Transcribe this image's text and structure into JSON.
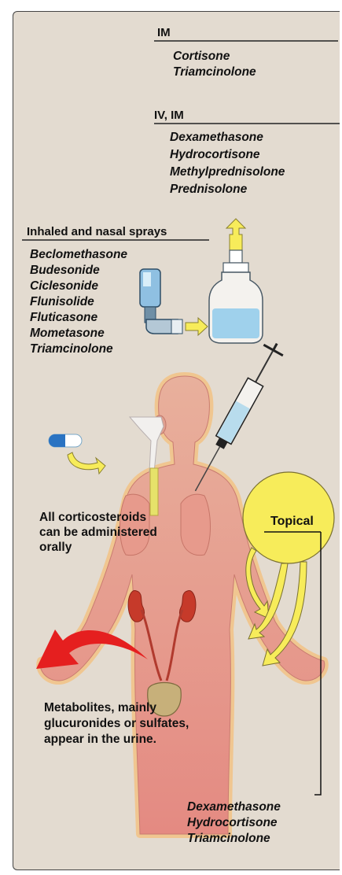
{
  "im": {
    "header": "IM",
    "drugs": [
      "Cortisone",
      "Triamcinolone"
    ]
  },
  "iv_im": {
    "header": "IV, IM",
    "drugs": [
      "Dexamethasone",
      "Hydrocortisone",
      "Methylprednisolone",
      "Prednisolone"
    ]
  },
  "inhaled": {
    "header": "Inhaled and nasal sprays",
    "drugs": [
      "Beclomethasone",
      "Budesonide",
      "Ciclesonide",
      "Flunisolide",
      "Fluticasone",
      "Mometasone",
      "Triamcinolone"
    ]
  },
  "oral": {
    "lines": [
      "All corticosteroids",
      "can be administered",
      "orally"
    ]
  },
  "topical": {
    "label": "Topical",
    "drugs": [
      "Dexamethasone",
      "Hydrocortisone",
      "Triamcinolone"
    ]
  },
  "excretion": {
    "lines": [
      "Metabolites, mainly",
      "glucuronides or sulfates,",
      "appear in the urine."
    ]
  },
  "colors": {
    "background": "#e3dbd0",
    "body_fill": "#e8a092",
    "topical_circle": "#f7ec5a",
    "excretion_arrow": "#e51f1f",
    "syringe_fluid": "#b8dced"
  }
}
